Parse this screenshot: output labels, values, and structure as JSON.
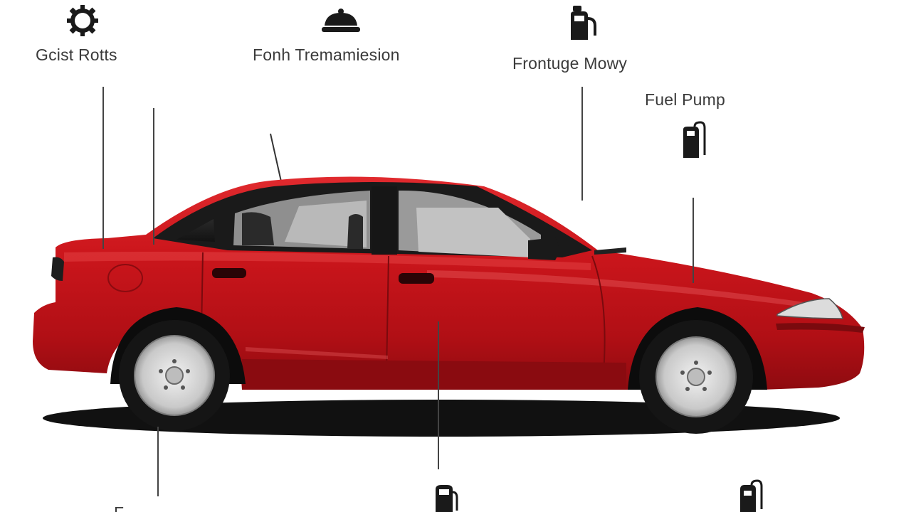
{
  "labels": {
    "top_left": "Gcist Rotts",
    "top_center": "Fonh Tremamiesion",
    "top_right": "Frontuge Mowy",
    "fuel_pump": "Fuel Pump",
    "bottom_left": "F-- ---"
  },
  "icons": {
    "gear": "gear-icon",
    "dome": "dome-icon",
    "fuel_top": "fuel-canister-icon",
    "fuel_mid": "fuel-canister-icon",
    "fuel_bottom_center": "fuel-canister-icon",
    "fuel_bottom_right": "fuel-canister-icon"
  },
  "colors": {
    "car_body": "#c8141c",
    "text": "#3a3a3a"
  }
}
